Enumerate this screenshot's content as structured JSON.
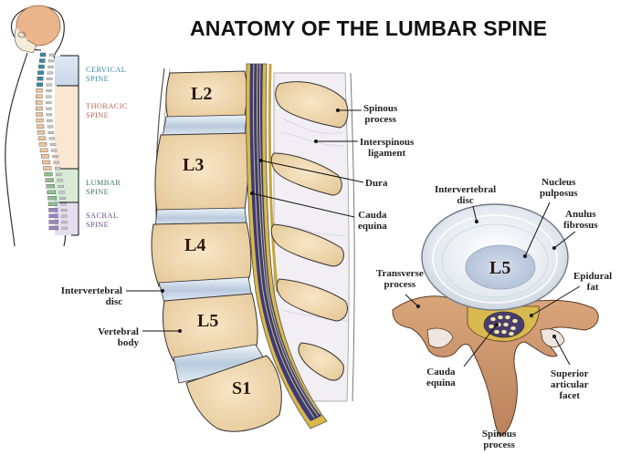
{
  "title": "ANATOMY OF THE LUMBAR SPINE",
  "colors": {
    "cervical": "#3b87a8",
    "thoracic": "#c0645a",
    "lumbar": "#3b7a55",
    "sacral": "#6a4e8a",
    "bone": "#f1d9b0",
    "disc": "#c8d6e6",
    "dura": "#3d3a78",
    "fat": "#d9b84a"
  },
  "spine_regions": [
    {
      "line1": "CERVICAL",
      "line2": "SPINE"
    },
    {
      "line1": "THORACIC",
      "line2": "SPINE"
    },
    {
      "line1": "LUMBAR",
      "line2": "SPINE"
    },
    {
      "line1": "SACRAL",
      "line2": "SPINE"
    }
  ],
  "vertebrae": [
    "L2",
    "L3",
    "L4",
    "L5",
    "S1"
  ],
  "sagittal_labels": {
    "spinous_process": "Spinous\nprocess",
    "interspinous_ligament": "Interspinous\nligament",
    "dura": "Dura",
    "cauda_equina": "Cauda\nequina",
    "intervertebral_disc": "Intervertebral\ndisc",
    "vertebral_body": "Vertebral\nbody"
  },
  "axial": {
    "vertebra": "L5",
    "labels": {
      "intervertebral_disc": "Intervertebral\ndisc",
      "nucleus_pulposus": "Nucleus\npulposus",
      "anulus_fibrosus": "Anulus\nfibrosus",
      "transverse_process": "Transverse\nprocess",
      "epidural_fat": "Epidural\nfat",
      "cauda_equina": "Cauda\nequina",
      "superior_articular_facet": "Superior\narticular\nfacet",
      "spinous_process": "Spinous\nprocess"
    }
  }
}
